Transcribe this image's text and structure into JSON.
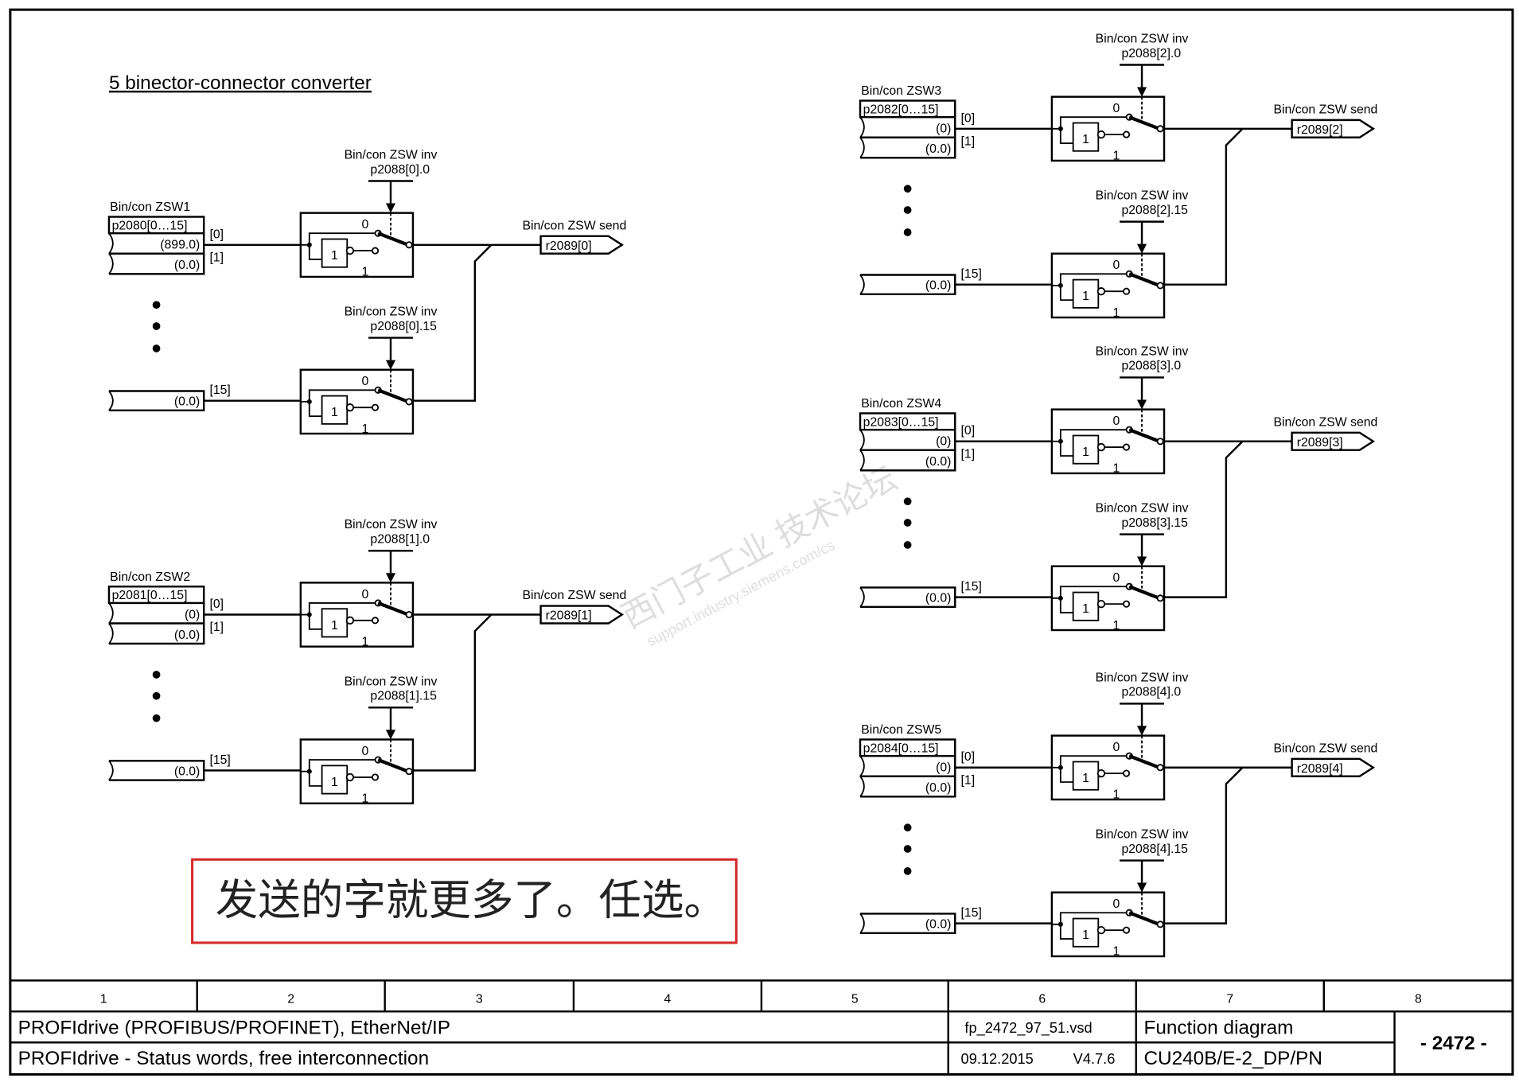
{
  "title": "5 binector-connector converter",
  "inv_label": "Bin/con ZSW inv",
  "send_label": "Bin/con ZSW send",
  "index_labels": {
    "i0": "[0]",
    "i1": "[1]",
    "i15": "[15]"
  },
  "switch_labels": {
    "zero": "0",
    "one": "1",
    "not_gate": "1"
  },
  "channels": [
    {
      "name": "Bin/con ZSW1",
      "param": "p2080[0…15]",
      "val0": "(899.0)",
      "val1": "(0.0)",
      "val15": "(0.0)",
      "inv0": "p2088[0].0",
      "inv15": "p2088[0].15",
      "output": "r2089[0]"
    },
    {
      "name": "Bin/con ZSW2",
      "param": "p2081[0…15]",
      "val0": "(0)",
      "val1": "(0.0)",
      "val15": "(0.0)",
      "inv0": "p2088[1].0",
      "inv15": "p2088[1].15",
      "output": "r2089[1]"
    },
    {
      "name": "Bin/con ZSW3",
      "param": "p2082[0…15]",
      "val0": "(0)",
      "val1": "(0.0)",
      "val15": "(0.0)",
      "inv0": "p2088[2].0",
      "inv15": "p2088[2].15",
      "output": "r2089[2]"
    },
    {
      "name": "Bin/con ZSW4",
      "param": "p2083[0…15]",
      "val0": "(0)",
      "val1": "(0.0)",
      "val15": "(0.0)",
      "inv0": "p2088[3].0",
      "inv15": "p2088[3].15",
      "output": "r2089[3]"
    },
    {
      "name": "Bin/con ZSW5",
      "param": "p2084[0…15]",
      "val0": "(0)",
      "val1": "(0.0)",
      "val15": "(0.0)",
      "inv0": "p2088[4].0",
      "inv15": "p2088[4].15",
      "output": "r2089[4]"
    }
  ],
  "annotation": "发送的字就更多了。任选。",
  "watermark": {
    "cn": "西门子工业 技术论坛",
    "url": "support.industry.siemens.com/cs"
  },
  "colors": {
    "annotation_border": "#d42a2a",
    "ink": "#000000"
  },
  "footer": {
    "columns": [
      "1",
      "2",
      "3",
      "4",
      "5",
      "6",
      "7",
      "8"
    ],
    "line1": "PROFIdrive (PROFIBUS/PROFINET), EtherNet/IP",
    "line2": "PROFIdrive - Status words, free interconnection",
    "file": "fp_2472_97_51.vsd",
    "date": "09.12.2015",
    "version": "V4.7.6",
    "doc_type": "Function diagram",
    "device": "CU240B/E-2_DP/PN",
    "page": "- 2472 -"
  }
}
